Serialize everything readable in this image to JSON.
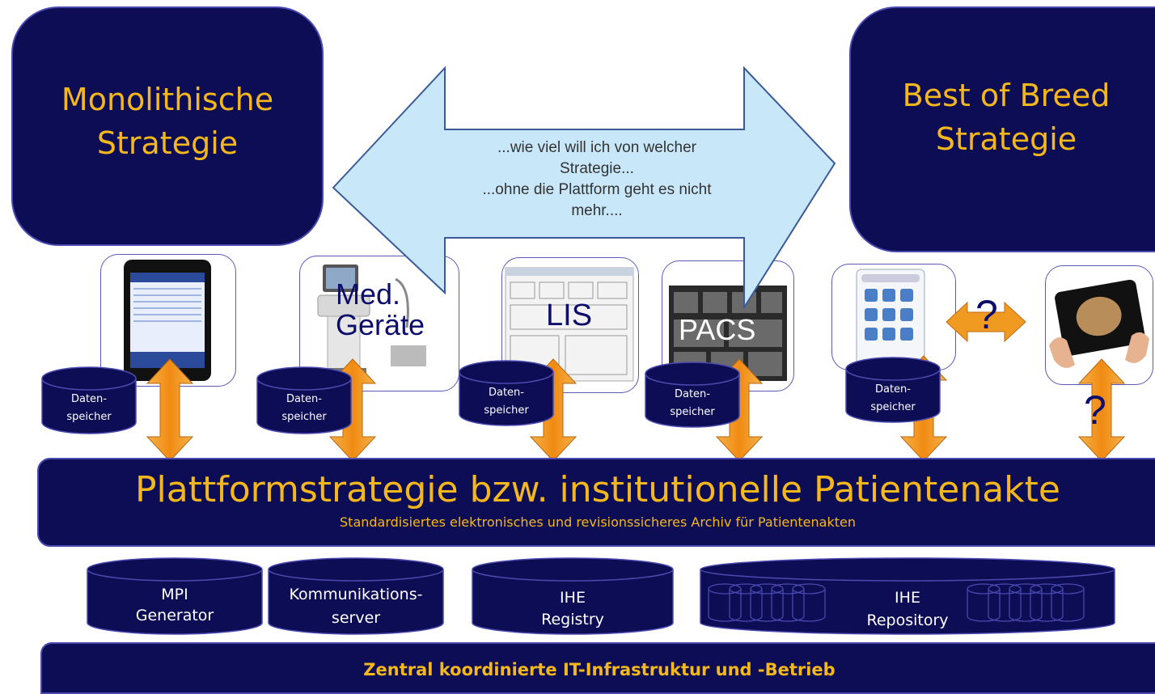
{
  "left_strategy": {
    "line1": "Monolithische",
    "line2": "Strategie"
  },
  "right_strategy": {
    "line1": "Best of Breed",
    "line2": "Strategie"
  },
  "arrow_text": {
    "line1": "...wie viel will ich von welcher",
    "line2": "Strategie...",
    "line3": "...ohne die Plattform geht es nicht",
    "line4": "mehr...."
  },
  "tiles": {
    "med": "Med.\nGeräte",
    "lis": "LIS",
    "pacs": "PACS",
    "question": "?",
    "question2": "?"
  },
  "datastore_label": {
    "line1": "Daten-",
    "line2": "speicher"
  },
  "platform": {
    "title": "Plattformstrategie bzw. institutionelle Patientenakte",
    "subtitle": "Standardisiertes elektronisches und revisionssicheres Archiv für Patientenakten"
  },
  "services": [
    {
      "line1": "MPI",
      "line2": "Generator"
    },
    {
      "line1": "Kommunikations-",
      "line2": "server"
    },
    {
      "line1": "IHE",
      "line2": "Registry"
    },
    {
      "line1": "IHE",
      "line2": "Repository"
    }
  ],
  "infrastructure": "Zentral koordinierte IT-Infrastruktur und -Betrieb",
  "colors": {
    "navy": "#0d0d55",
    "gold": "#f5b81c",
    "arrow_fill": "#c8e8fa",
    "orange": "#f09a22"
  }
}
